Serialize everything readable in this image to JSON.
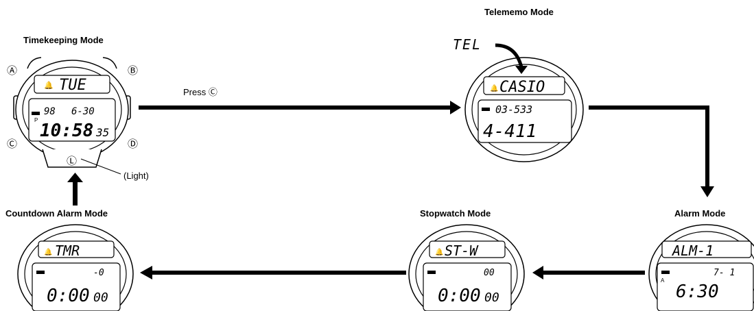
{
  "modes": {
    "timekeeping": {
      "title": "Timekeeping Mode",
      "top": "TUE",
      "mid_left": "98",
      "mid_right": "6-30",
      "pm": "P",
      "main": "10:58",
      "seconds": "35"
    },
    "telememo": {
      "title": "Telememo Mode",
      "top": "CASIO",
      "mid": "03-533",
      "main": "4-411"
    },
    "alarm": {
      "title": "Alarm Mode",
      "top": "ALM-1",
      "mid_right": "7-  1",
      "indicator": "A",
      "main": "6:30"
    },
    "stopwatch": {
      "title": "Stopwatch Mode",
      "top": "ST-W",
      "mid_right": "00",
      "main": "0:00",
      "small": "00"
    },
    "countdown": {
      "title": "Countdown Alarm Mode",
      "top": "TMR",
      "mid_right": "-0",
      "main": "0:00",
      "small": "00"
    }
  },
  "buttons": {
    "a": "Ⓐ",
    "b": "Ⓑ",
    "c": "Ⓒ",
    "d": "Ⓓ",
    "l": "Ⓛ"
  },
  "annotations": {
    "press_c": "Press Ⓒ",
    "light": "(Light)",
    "tel": "TEL"
  }
}
